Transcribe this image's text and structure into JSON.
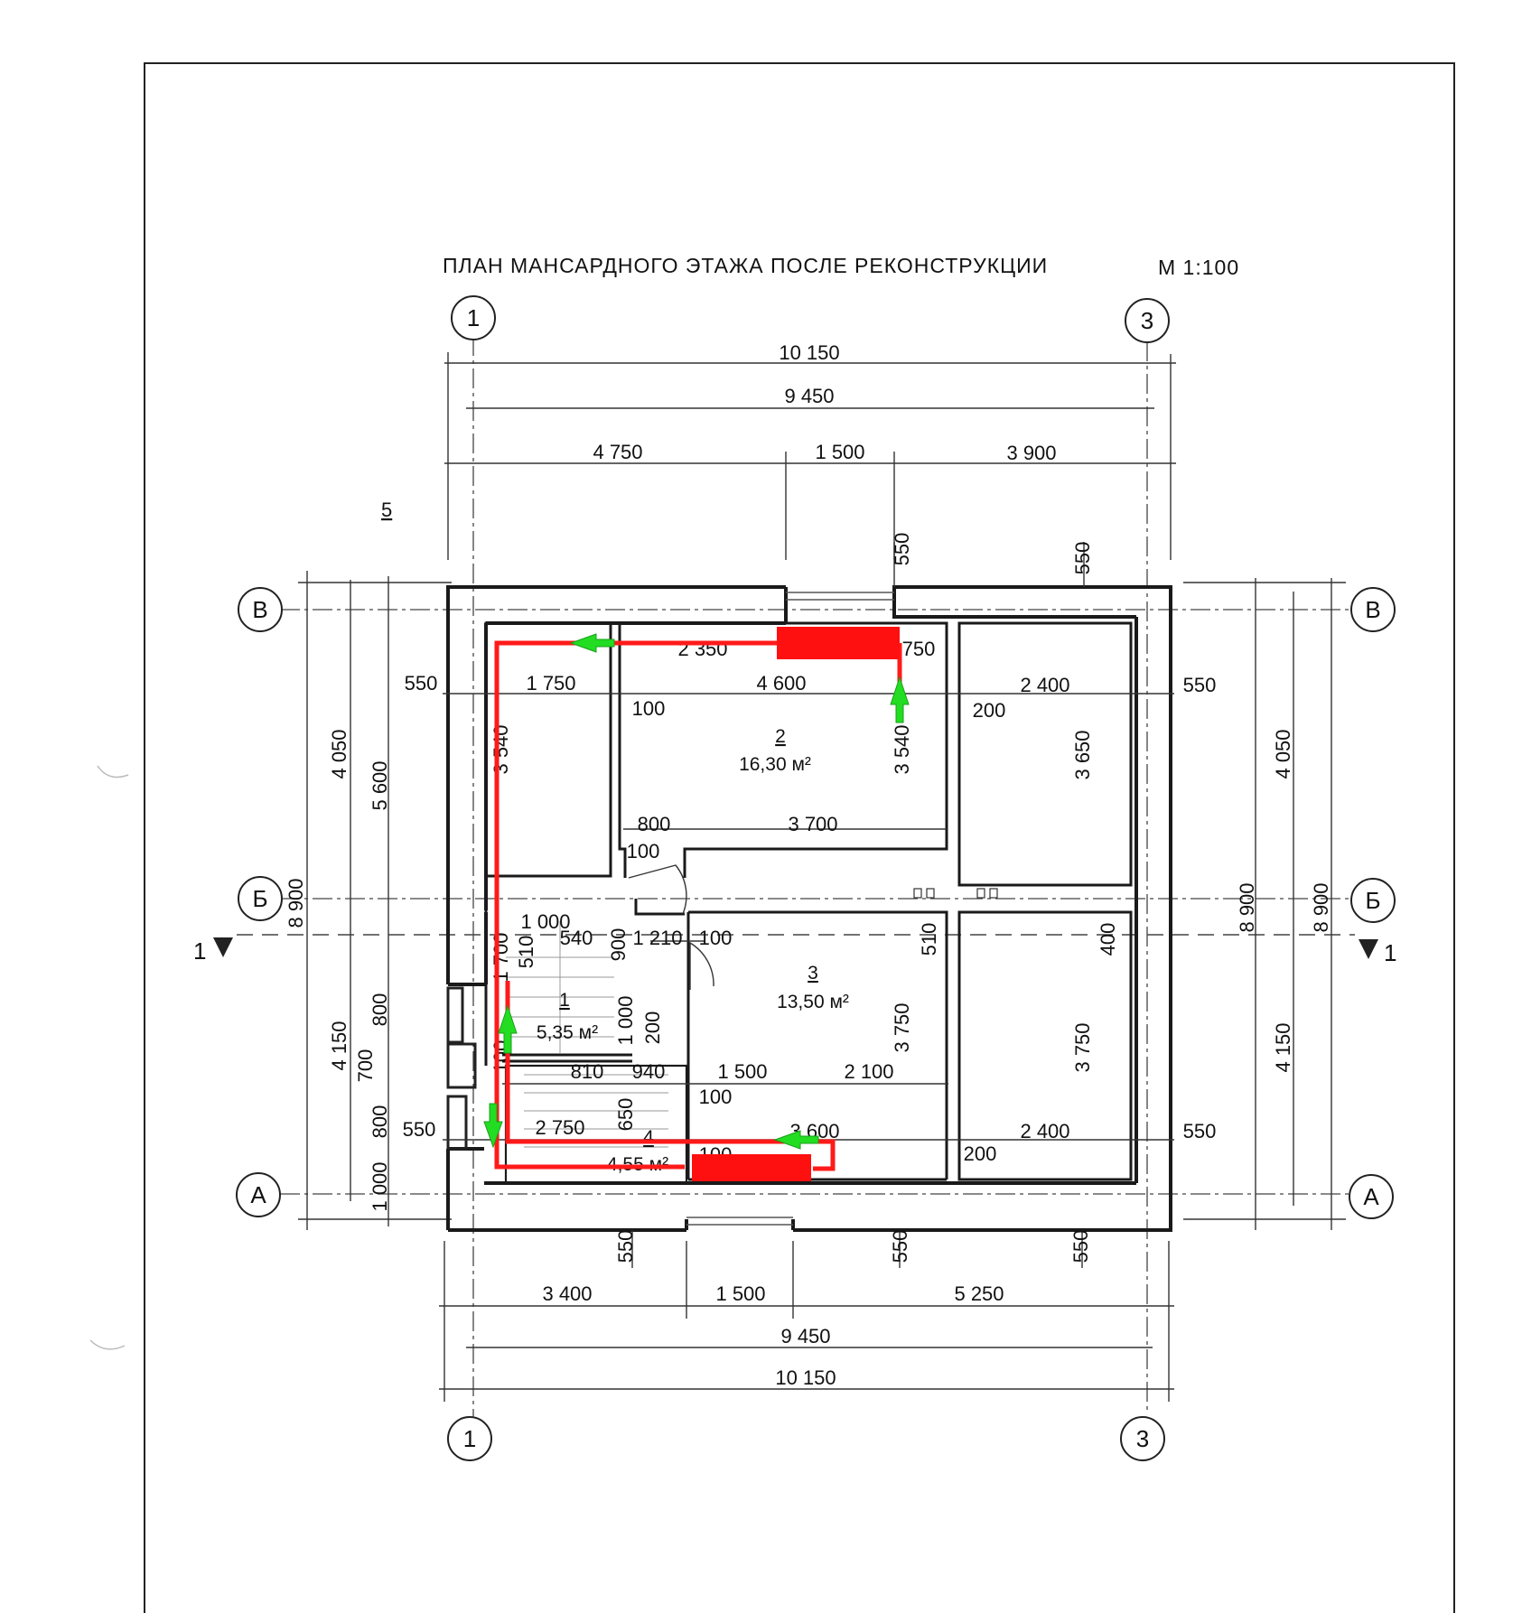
{
  "title": "ПЛАН   МАНСАРДНОГО   ЭТАЖА   ПОСЛЕ    РЕКОНСТРУКЦИИ",
  "scale": "М  1:100",
  "axes": {
    "col_left": "1",
    "col_right": "3",
    "row_v": "В",
    "row_b": "Б",
    "row_a": "А"
  },
  "section_mark": "1",
  "side_note": "5",
  "rooms": [
    {
      "num": "1",
      "area": "5,35 м²"
    },
    {
      "num": "2",
      "area": "16,30 м²"
    },
    {
      "num": "3",
      "area": "13,50 м²"
    },
    {
      "num": "4",
      "area": "4,55 м²"
    }
  ],
  "dims_top": {
    "overall": "10 150",
    "axes": "9 450",
    "seg1": "4 750",
    "seg2": "1 500",
    "seg3": "3 900"
  },
  "dims_bottom": {
    "overall": "10 150",
    "axes": "9 450",
    "seg1": "3 400",
    "seg2": "1 500",
    "seg3": "5 250"
  },
  "dims_left": {
    "overall": "8 900",
    "upper": "4 050",
    "lower": "4 150",
    "inner": "5 600",
    "d700": "700",
    "d800a": "800",
    "d800b": "800",
    "d1000": "1 000"
  },
  "dims_right": {
    "overall_a": "8 900",
    "overall_b": "8 900",
    "upper": "4 050",
    "lower": "4 150"
  },
  "dims_inner": {
    "w550_l1": "550",
    "w550_r1": "550",
    "w550_l2": "550",
    "w550_r2": "550",
    "w550_t1": "550",
    "w550_t2": "550",
    "w550_b1": "550",
    "w550_b2": "550",
    "w550_b3": "550",
    "r1750": "1 750",
    "r4600": "4 600",
    "r2400a": "2 400",
    "r2400b": "2 400",
    "r100a": "100",
    "r200a": "200",
    "r200b": "200",
    "r3540a": "3 540",
    "r3540b": "3 540",
    "r3650": "3 650",
    "r800": "800",
    "r3700": "3 700",
    "r100b": "100",
    "r2350": "2 350",
    "r750": "750",
    "r1000a": "1 000",
    "r540": "540",
    "r900": "900",
    "r1210": "1 210",
    "r100c": "100",
    "r1000b": "1 000",
    "r200c": "200",
    "r510a": "510",
    "r510b": "510",
    "r400": "400",
    "r3750a": "3 750",
    "r3750b": "3 750",
    "r810": "810",
    "r940": "940",
    "r1500": "1 500",
    "r2100": "2 100",
    "r100d": "100",
    "r2750": "2 750",
    "r650": "650",
    "r3600": "3 600",
    "r100e": "100",
    "r1700": "1 700",
    "r100f": "100"
  },
  "colors": {
    "heating_pipe": "#ff1a1a",
    "radiator": "#ff1010",
    "flow_arrow": "#22dd22"
  }
}
